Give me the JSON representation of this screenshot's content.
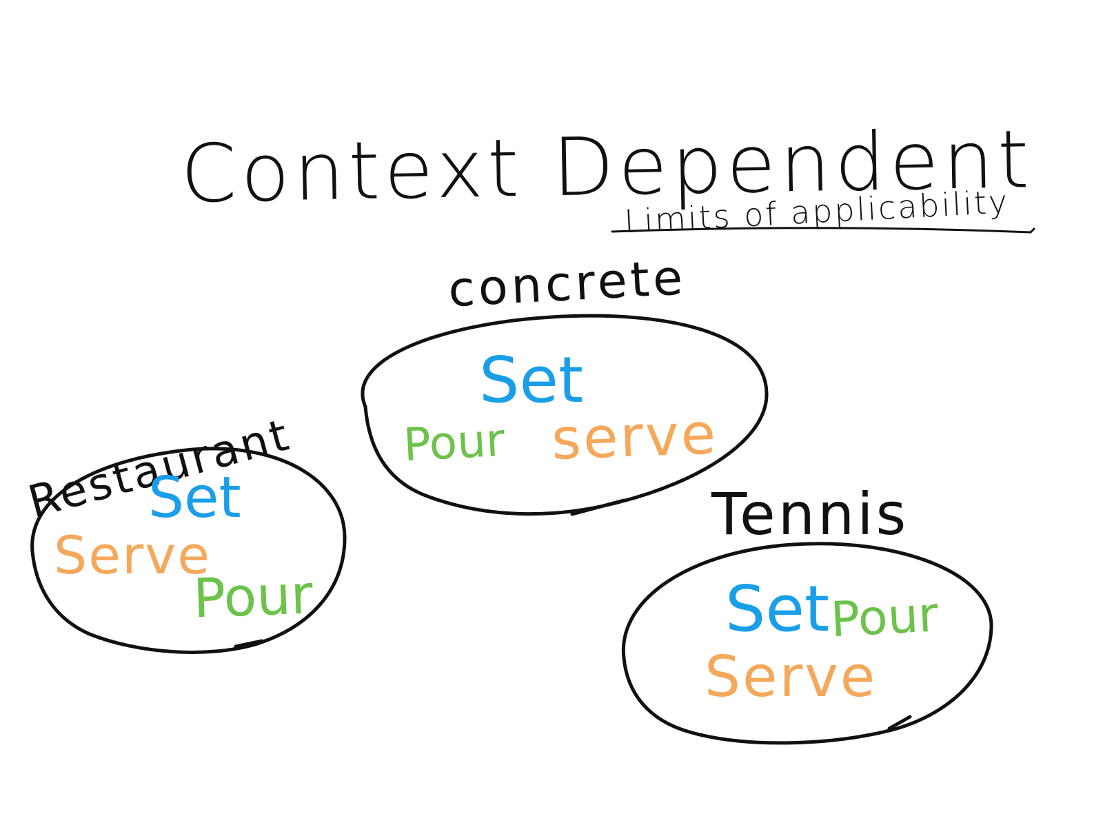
{
  "header": {
    "title": "Context Dependent",
    "subtitle": "Limits of applicability"
  },
  "contexts": {
    "concrete": {
      "label": "concrete",
      "words": {
        "set": "Set",
        "pour": "Pour",
        "serve": "serve"
      }
    },
    "restaurant": {
      "label": "Restaurant",
      "words": {
        "set": "Set",
        "serve": "Serve",
        "pour": "Pour"
      }
    },
    "tennis": {
      "label": "Tennis",
      "words": {
        "set": "Set",
        "pour": "Pour",
        "serve": "Serve"
      }
    }
  },
  "colors": {
    "set": "#1a9ee8",
    "pour": "#6cc24a",
    "serve": "#f5a85a",
    "ink": "#111111"
  }
}
